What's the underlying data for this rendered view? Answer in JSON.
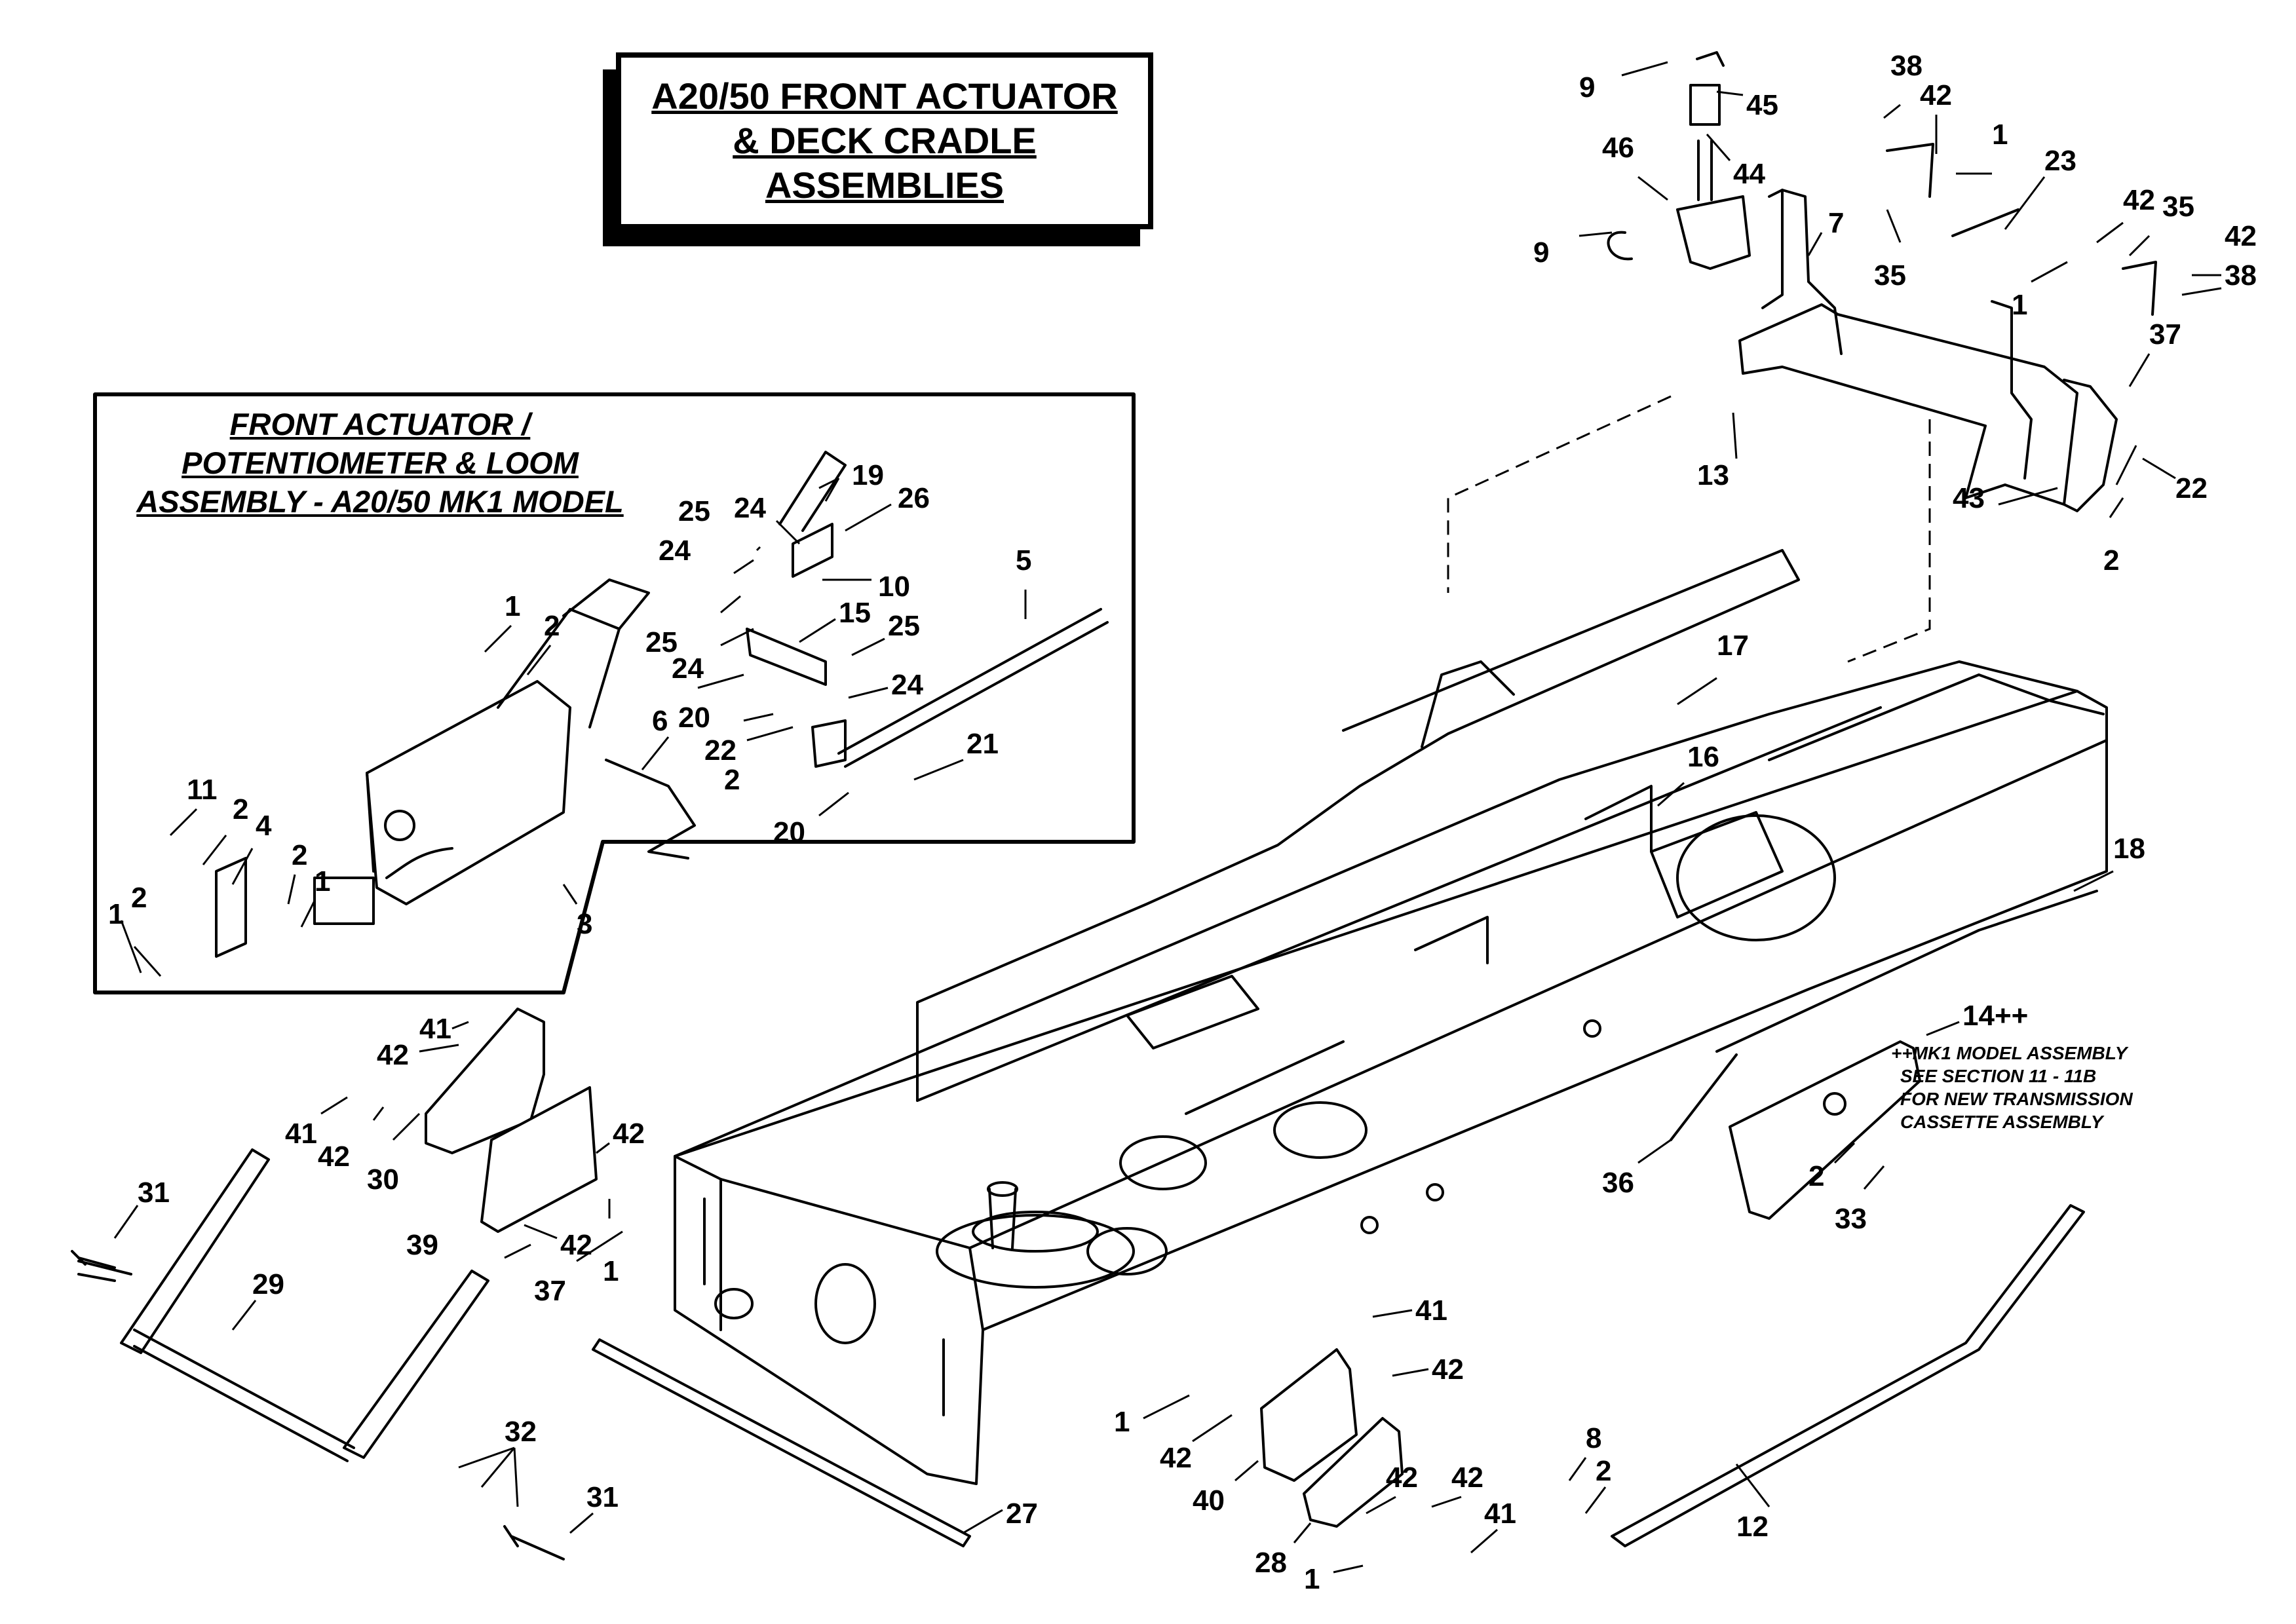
{
  "title": {
    "lines": [
      "A20/50 FRONT ACTUATOR",
      "& DECK CRADLE",
      "ASSEMBLIES"
    ]
  },
  "inset": {
    "lines": [
      "FRONT ACTUATOR /",
      "POTENTIOMETER & LOOM",
      "ASSEMBLY - A20/50 MK1 MODEL"
    ]
  },
  "note": {
    "lines": [
      "++MK1 MODEL ASSEMBLY",
      "SEE SECTION 11 - 11B",
      "FOR NEW TRANSMISSION",
      "CASSETTE ASSEMBLY"
    ]
  },
  "callouts": [
    "9",
    "45",
    "44",
    "46",
    "9",
    "38",
    "42",
    "1",
    "35",
    "23",
    "7",
    "1",
    "42",
    "35",
    "42",
    "38",
    "37",
    "13",
    "43",
    "2",
    "22",
    "2",
    "19",
    "26",
    "24",
    "25",
    "10",
    "24",
    "25",
    "15",
    "25",
    "24",
    "24",
    "20",
    "22",
    "2",
    "21",
    "20",
    "5",
    "1",
    "2",
    "6",
    "3",
    "11",
    "2",
    "4",
    "2",
    "1",
    "2",
    "1",
    "17",
    "16",
    "18",
    "14++",
    "36",
    "2",
    "33",
    "41",
    "42",
    "41",
    "42",
    "30",
    "42",
    "39",
    "42",
    "37",
    "1",
    "31",
    "29",
    "27",
    "41",
    "42",
    "1",
    "42",
    "40",
    "42",
    "42",
    "41",
    "28",
    "1",
    "8",
    "2",
    "12",
    "32",
    "31"
  ],
  "icons": [
    "diagram-linework"
  ]
}
